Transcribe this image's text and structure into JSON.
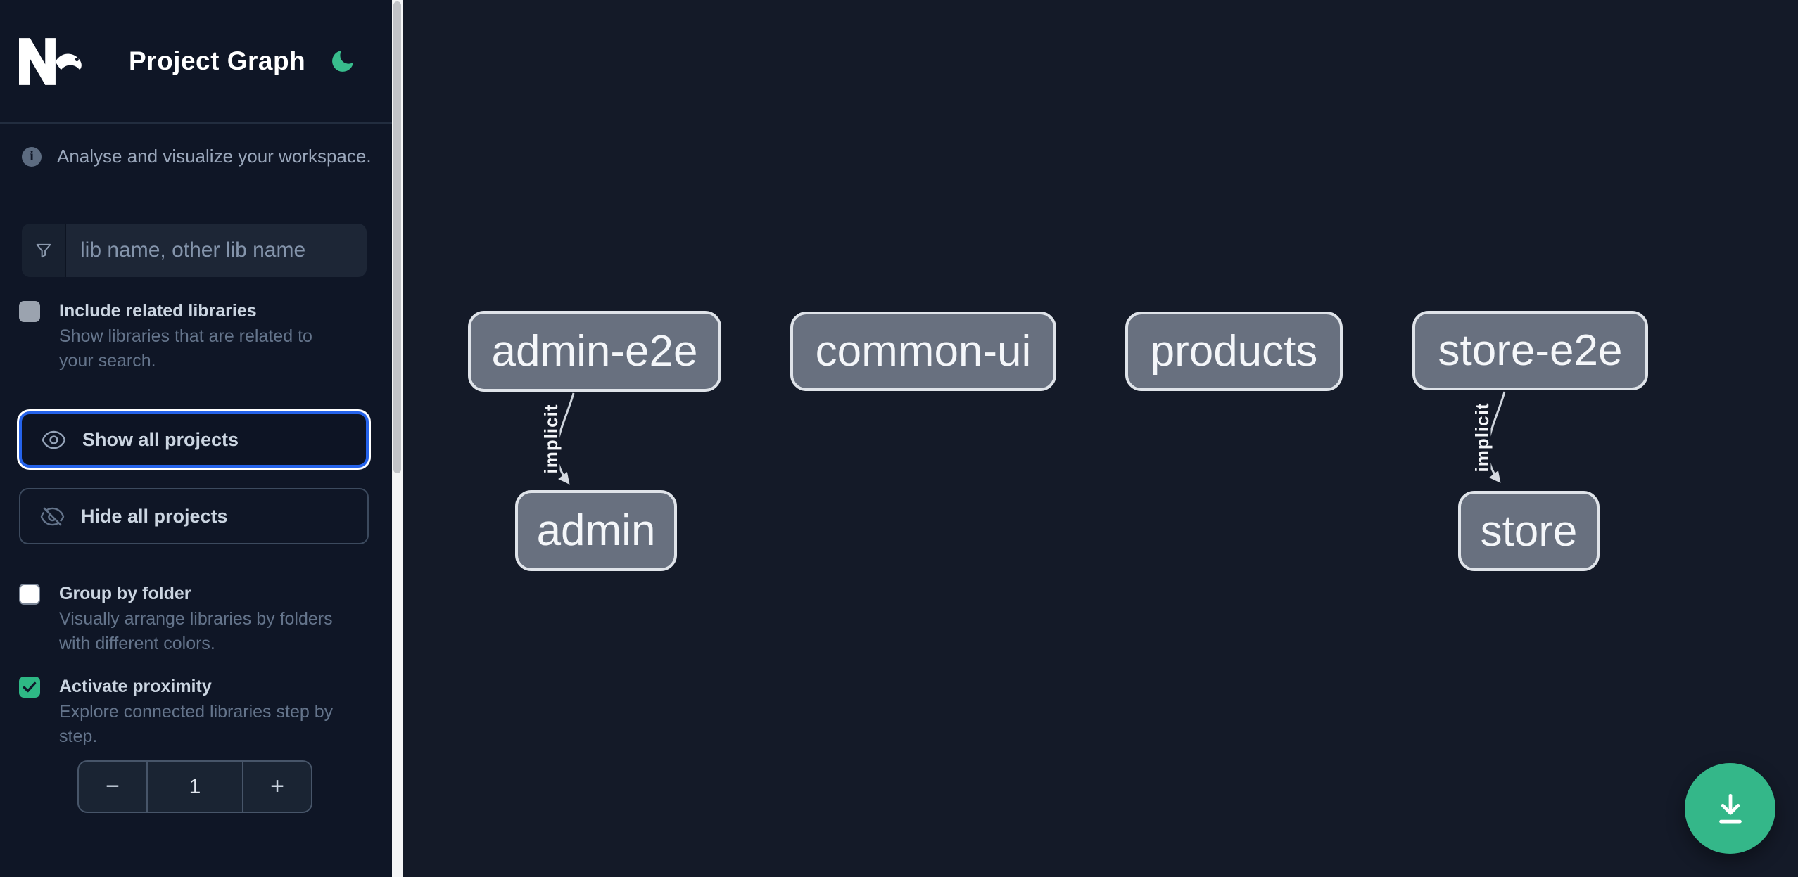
{
  "header": {
    "title": "Project Graph"
  },
  "sidebar": {
    "info_text": "Analyse and visualize your workspace.",
    "search": {
      "placeholder": "lib name, other lib name"
    },
    "options": {
      "include_related": {
        "label": "Include related libraries",
        "description": "Show libraries that are related to your search.",
        "checked": false
      },
      "group_by_folder": {
        "label": "Group by folder",
        "description": "Visually arrange libraries by folders with different colors.",
        "checked": false
      },
      "activate_proximity": {
        "label": "Activate proximity",
        "description": "Explore connected libraries step by step.",
        "checked": true
      }
    },
    "buttons": {
      "show_all": "Show all projects",
      "hide_all": "Hide all projects"
    },
    "stepper": {
      "decrement": "−",
      "value": "1",
      "increment": "+"
    }
  },
  "graph": {
    "nodes": [
      {
        "label": "admin-e2e"
      },
      {
        "label": "common-ui"
      },
      {
        "label": "products"
      },
      {
        "label": "store-e2e"
      },
      {
        "label": "admin"
      },
      {
        "label": "store"
      }
    ],
    "edges": [
      {
        "from": "admin-e2e",
        "to": "admin",
        "label": "implicit"
      },
      {
        "from": "store-e2e",
        "to": "store",
        "label": "implicit"
      }
    ]
  },
  "colors": {
    "accent_green": "#2eb885",
    "focus_blue": "#2563eb",
    "node_fill": "#68707f",
    "node_border": "#dfe3e9",
    "sidebar_bg": "#0f1626",
    "canvas_bg": "#141a28"
  },
  "fab": {
    "action": "download"
  }
}
